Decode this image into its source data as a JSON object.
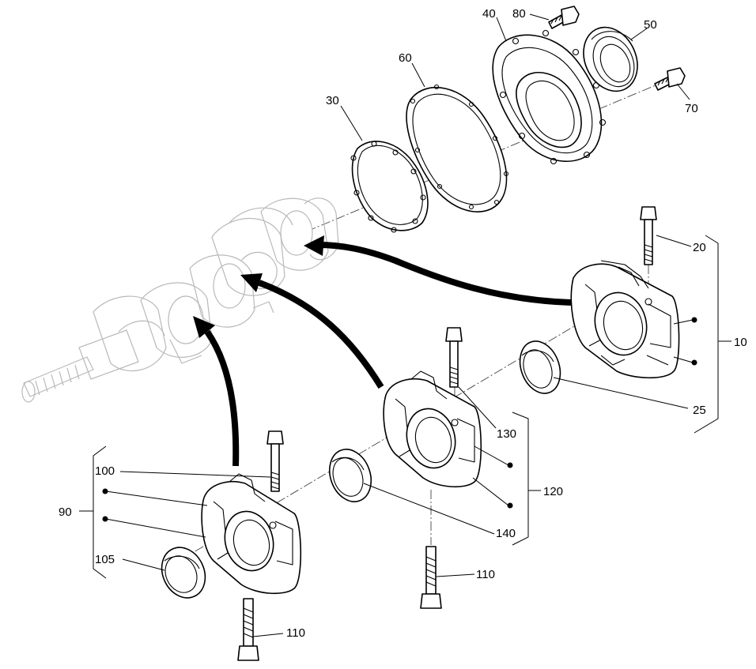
{
  "callouts": {
    "c10": "10",
    "c20": "20",
    "c25": "25",
    "c30": "30",
    "c40": "40",
    "c50": "50",
    "c60": "60",
    "c70": "70",
    "c80": "80",
    "c90": "90",
    "c100": "100",
    "c105": "105",
    "c110a": "110",
    "c110b": "110",
    "c120": "120",
    "c130": "130",
    "c140": "140"
  }
}
